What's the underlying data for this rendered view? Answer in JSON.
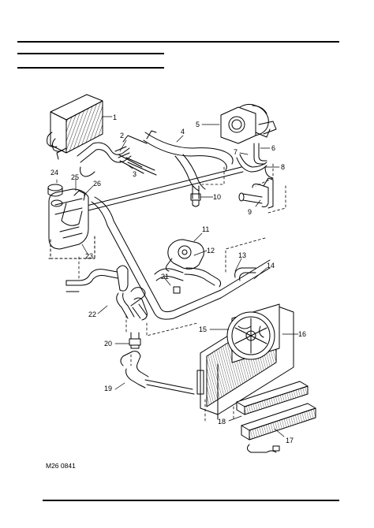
{
  "figure_code": "M26 0841",
  "callouts": {
    "n1": "1",
    "n2": "2",
    "n3": "3",
    "n4": "4",
    "n5": "5",
    "n6": "6",
    "n7": "7",
    "n8": "8",
    "n9": "9",
    "n10": "10",
    "n11": "11",
    "n12": "12",
    "n13": "13",
    "n14": "14",
    "n15": "15",
    "n16": "16",
    "n17": "17",
    "n18": "18",
    "n19": "19",
    "n20": "20",
    "n21": "21",
    "n22": "22",
    "n23": "23",
    "n24": "24",
    "n25": "25",
    "n26": "26"
  }
}
